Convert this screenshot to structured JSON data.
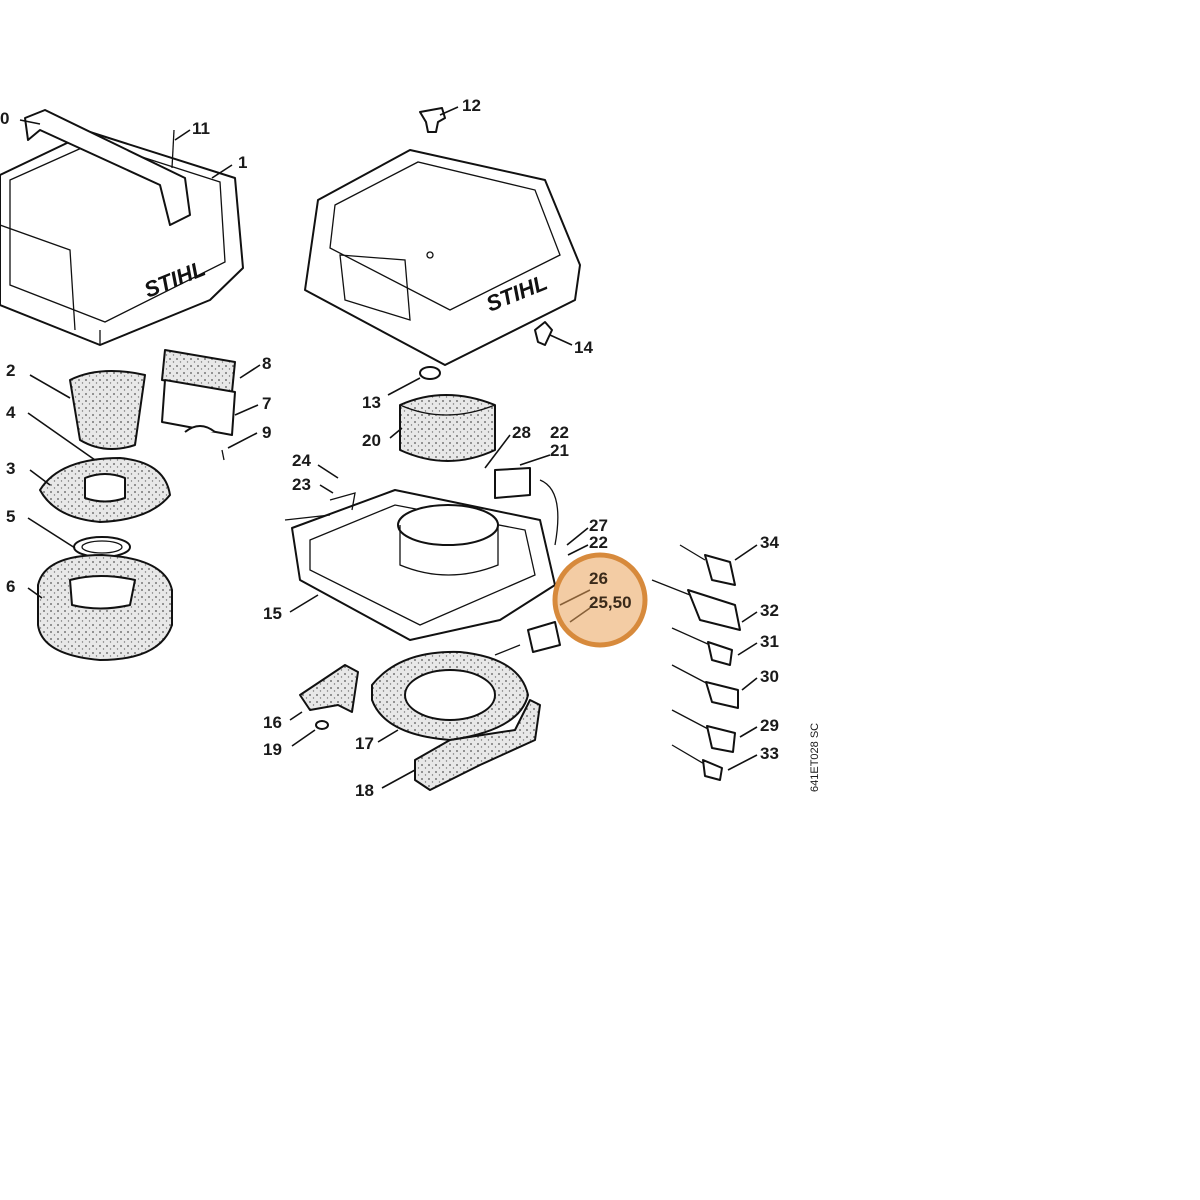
{
  "diagram": {
    "brand_logo": "STIHL",
    "drawing_code": "641ET028 SC",
    "highlight_color": "#d78a3c",
    "labels": {
      "p0": "0",
      "p1": "1",
      "p2": "2",
      "p3": "3",
      "p4": "4",
      "p5": "5",
      "p6": "6",
      "p7": "7",
      "p8": "8",
      "p9": "9",
      "p11": "11",
      "p12": "12",
      "p13": "13",
      "p14": "14",
      "p15": "15",
      "p16": "16",
      "p17": "17",
      "p18": "18",
      "p19": "19",
      "p20": "20",
      "p21": "21",
      "p22a": "22",
      "p22b": "22",
      "p23": "23",
      "p24": "24",
      "p26": "26",
      "p2550": "25,50",
      "p27": "27",
      "p28": "28",
      "p29": "29",
      "p30": "30",
      "p31": "31",
      "p32": "32",
      "p33": "33",
      "p34": "34"
    }
  }
}
